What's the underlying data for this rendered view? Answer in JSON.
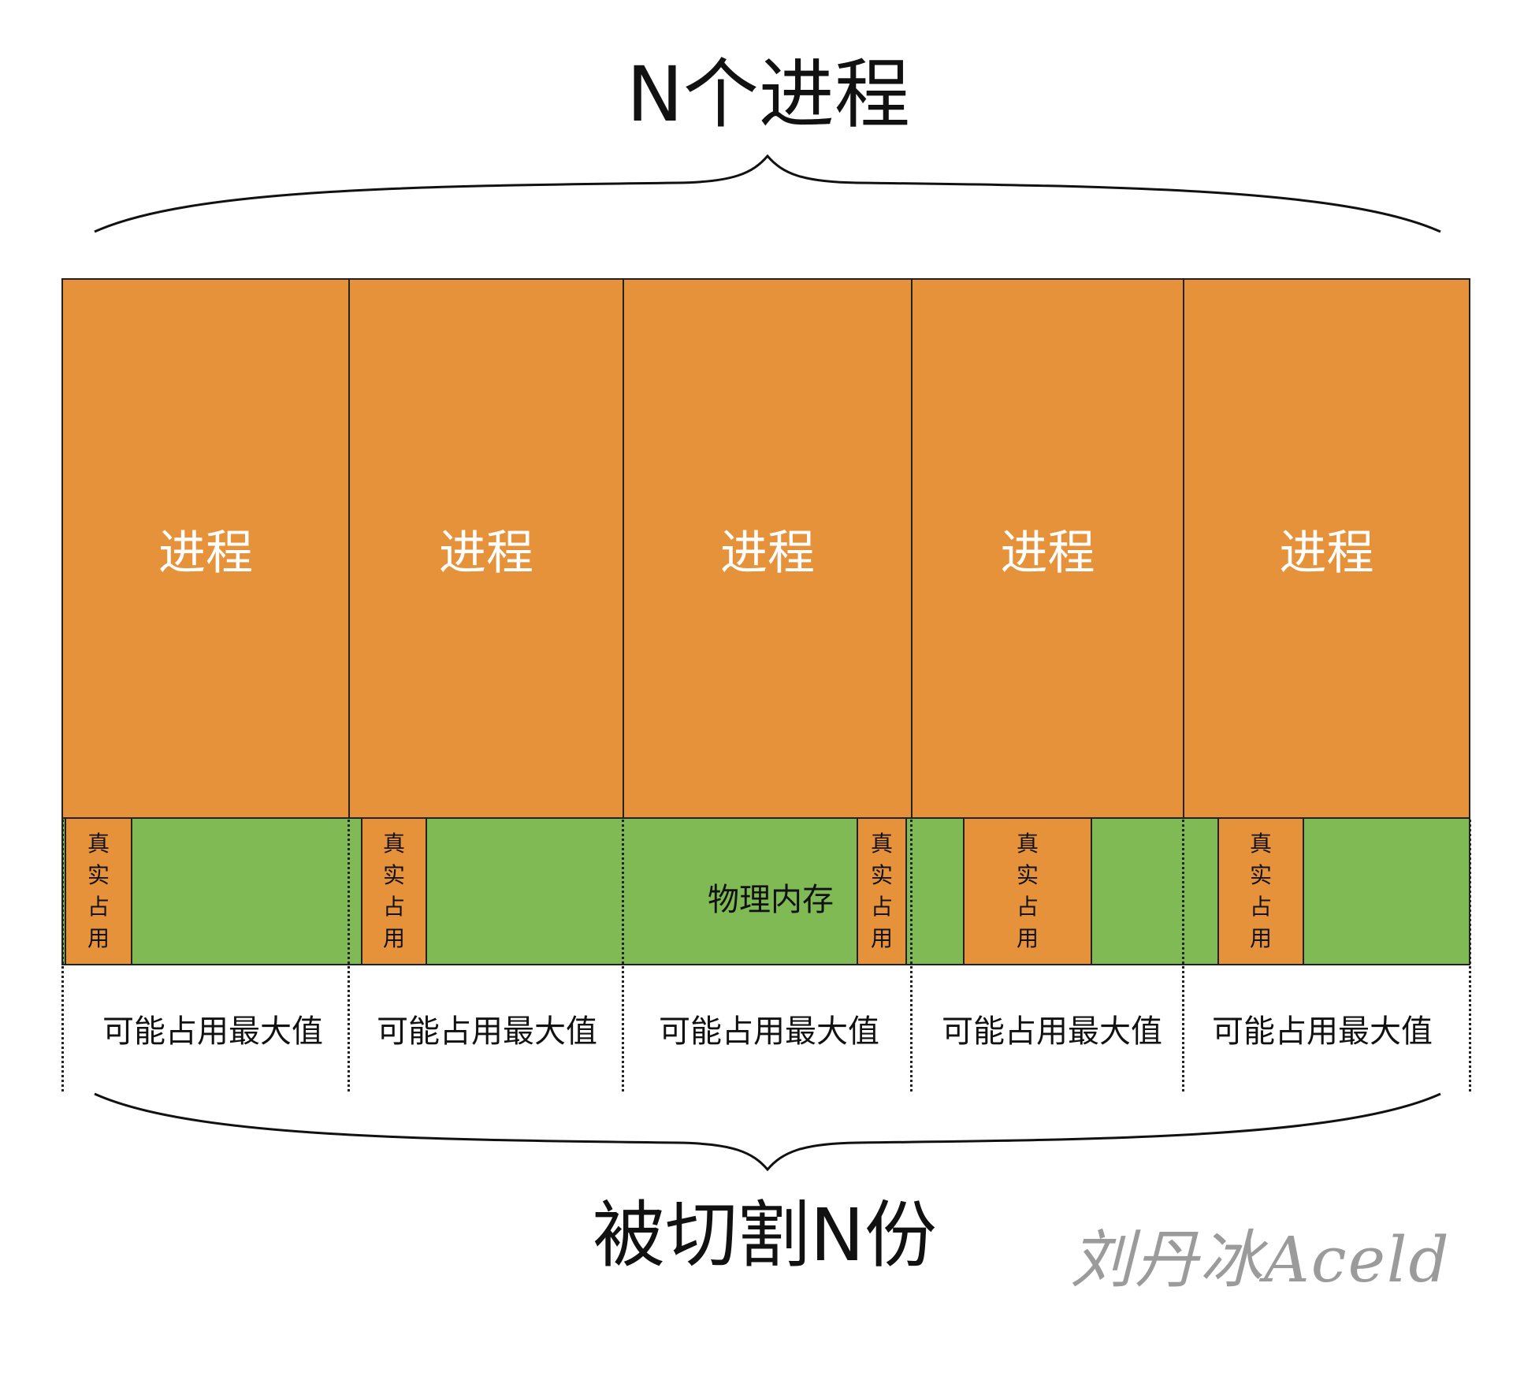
{
  "top_title": "N个进程",
  "bottom_title": "被切割N份",
  "process_label": "进程",
  "memory_label": "物理内存",
  "real_use_chars": [
    "真",
    "实",
    "占",
    "用"
  ],
  "max_label": "可能占用最大值",
  "watermark": "刘丹冰Aceld",
  "colors": {
    "process": "#e6923b",
    "memory": "#80ba55",
    "text_on_process": "#ffffff",
    "watermark": "#9b9b9b"
  },
  "processes": [
    {
      "label": "进程"
    },
    {
      "label": "进程"
    },
    {
      "label": "进程"
    },
    {
      "label": "进程"
    },
    {
      "label": "进程"
    }
  ]
}
